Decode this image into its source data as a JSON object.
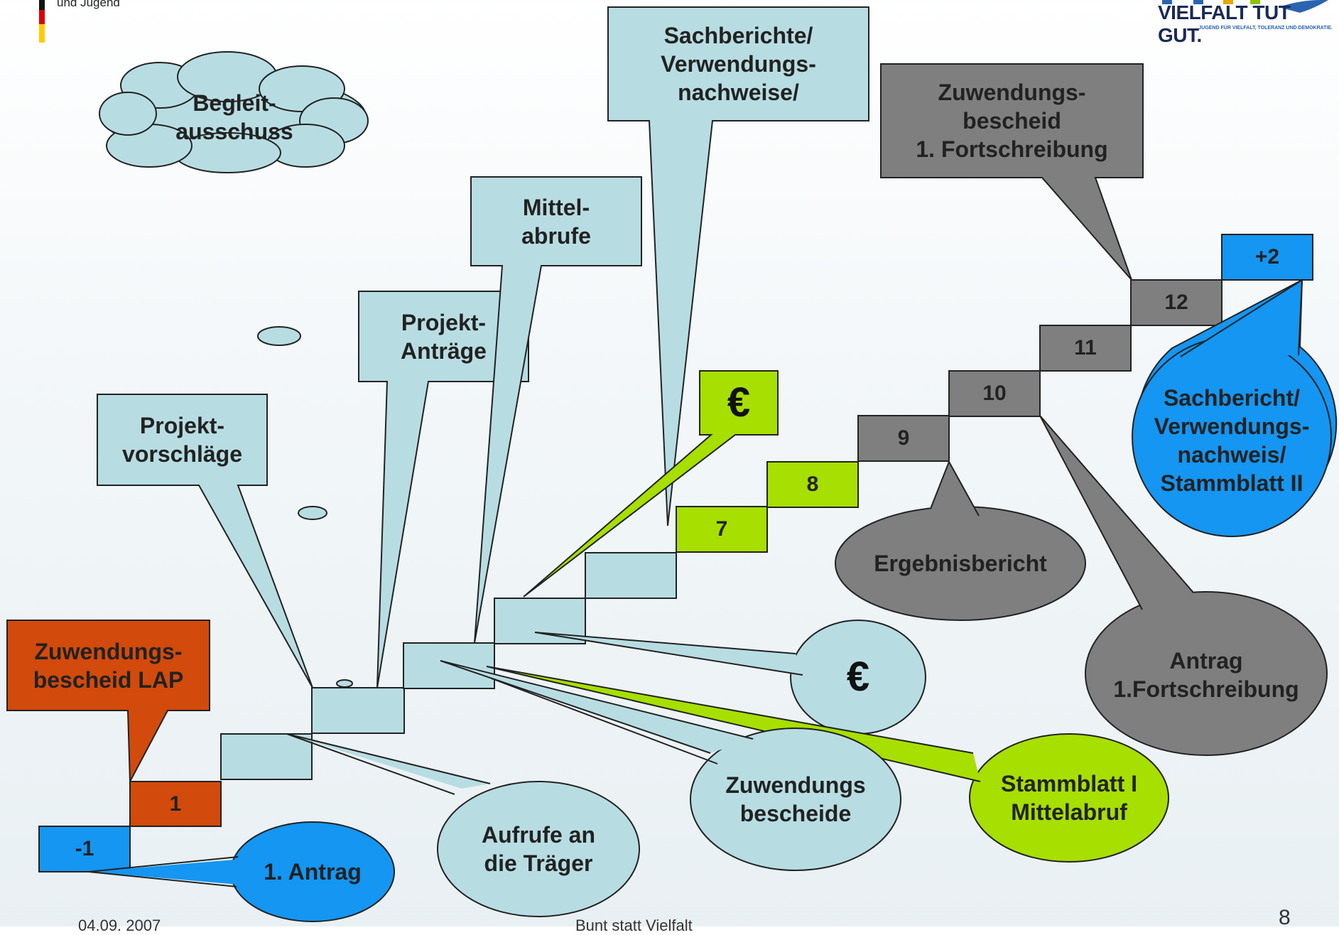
{
  "logo_left": {
    "text": "und Jugend"
  },
  "logo_right": {
    "title": "VIELFALT TUT GUT.",
    "subtitle": "JUGEND FÜR VIELFALT, TOLERANZ UND DEMOKRATIE."
  },
  "steps": {
    "s_minus1": "-1",
    "s_1": "1",
    "s_7": "7",
    "s_8": "8",
    "s_9": "9",
    "s_10": "10",
    "s_11": "11",
    "s_12": "12",
    "s_plus2": "+2"
  },
  "callouts": {
    "begleitausschuss": "Begleit-\nausschuss",
    "projektvorschlaege": "Projekt-\nvorschläge",
    "projektantraege": "Projekt-\nAnträge",
    "mittelabrufe": "Mittel-\nabrufe",
    "sachberichte": "Sachberichte/\nVerwendungs-\nnachweise/",
    "zuwendungsbescheid_fort": "Zuwendungs-\nbescheid\n1. Fortschreibung",
    "euro_top": "€",
    "zuwendungsbescheid_lap": "Zuwendungs-\nbescheid LAP",
    "sachbericht_ii": "Sachbericht/\nVerwendungs-\nnachweis/\nStammblatt II",
    "ergebnisbericht": "Ergebnisbericht",
    "euro_bottom": "€",
    "antrag_fort": "Antrag\n1.Fortschreibung",
    "stammblatt_i": "Stammblatt I\nMittelabruf",
    "zuwendungsbescheide": "Zuwendungs\nbescheide",
    "aufrufe": "Aufrufe an\ndie Träger",
    "erster_antrag": "1. Antrag"
  },
  "footer": {
    "date": "04.09. 2007",
    "center": "Bunt statt Vielfalt",
    "page": "8"
  },
  "colors": {
    "lightblue": "#b7dde2",
    "orange": "#d24a0c",
    "green": "#a7df00",
    "grey": "#7f7f7f",
    "blue": "#1496f2"
  }
}
